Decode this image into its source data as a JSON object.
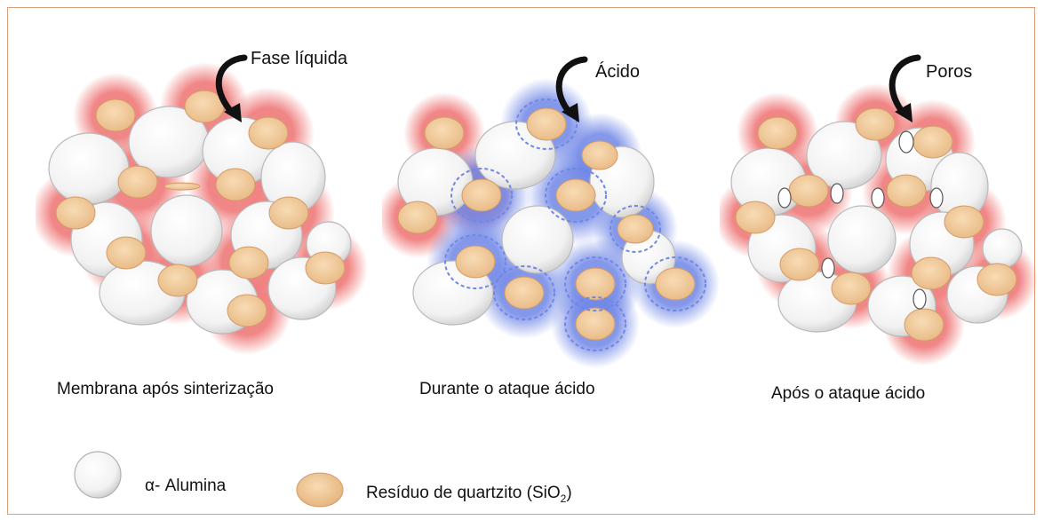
{
  "panels": [
    {
      "id": "sintered",
      "arrow_label": "Fase líquida",
      "caption": "Membrana após sinterização"
    },
    {
      "id": "acid",
      "arrow_label": "Ácido",
      "caption": "Durante o ataque ácido"
    },
    {
      "id": "after",
      "arrow_label": "Poros",
      "caption": "Após o ataque ácido"
    }
  ],
  "legend": {
    "alumina_label": "α- Alumina",
    "quartzite_label": "Resíduo de quartzito (SiO",
    "quartzite_sub": "2",
    "quartzite_close": ")"
  },
  "colors": {
    "border": "#e39a7a",
    "liquid_phase_glow": "#f08080",
    "acid_glow": "#6f86e6",
    "quartzite_fill": "#f0c99a",
    "alumina_fill": "#f4f4f4",
    "arrow": "#111111"
  }
}
